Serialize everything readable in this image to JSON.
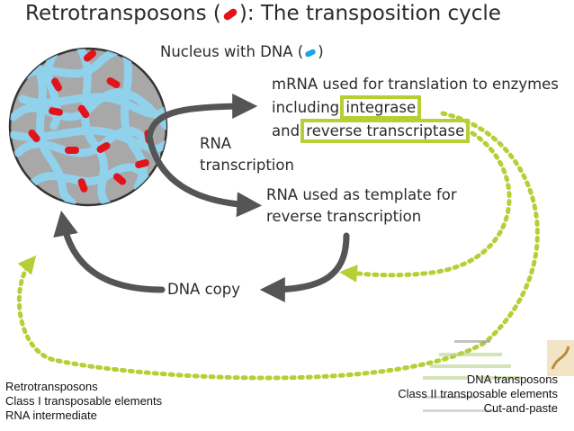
{
  "title": {
    "before": "Retrotransposons (",
    "after": "): The transposition cycle"
  },
  "nucleus_label": {
    "before": "Nucleus with DNA (",
    "after": ")"
  },
  "mrna_label": {
    "line1": "mRNA used for translation to enzymes",
    "line2_prefix": "including ",
    "integrase": "integrase",
    "line3_prefix": "and ",
    "reverse_transcriptase": "reverse transcriptase"
  },
  "rna_transcription": {
    "line1": "RNA",
    "line2": "transcription"
  },
  "rna_template": {
    "line1": "RNA used as template for",
    "line2": "reverse transcription"
  },
  "dna_copy": "DNA copy",
  "left_caption": [
    "Retrotransposons",
    "Class I transposable elements",
    "RNA intermediate"
  ],
  "right_caption": [
    "DNA transposons",
    "Class II transposable elements",
    "Cut-and-paste"
  ],
  "colors": {
    "retrotransposon": "#e3121b",
    "dna": "#1aa6e4",
    "highlight": "#b5cf34",
    "arrow": "#555555",
    "nucleus_fill": "#a8a8a8"
  }
}
